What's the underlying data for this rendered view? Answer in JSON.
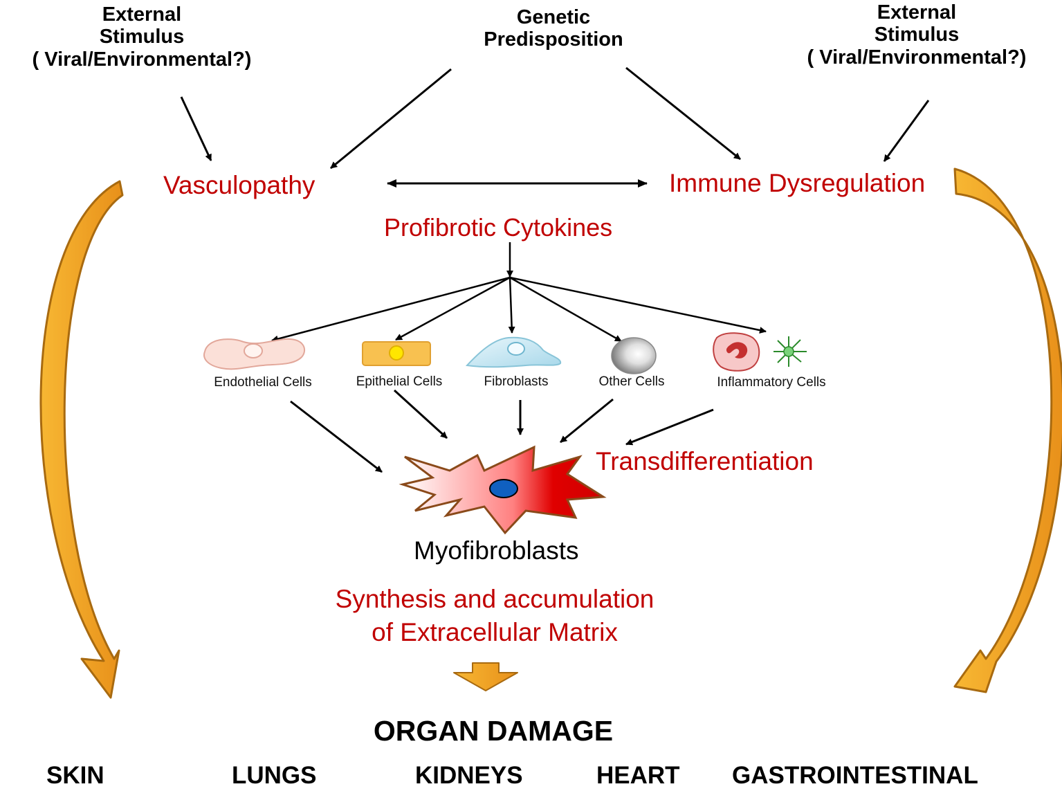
{
  "inputs": {
    "stimulus_left": [
      "External",
      "Stimulus",
      "( Viral/Environmental?)"
    ],
    "genetic": [
      "Genetic",
      "Predisposition"
    ],
    "stimulus_right": [
      "External",
      "Stimulus",
      "( Viral/Environmental?)"
    ]
  },
  "mechanisms": {
    "vasculopathy": "Vasculopathy",
    "immune": "Immune Dysregulation",
    "cytokines": "Profibrotic Cytokines"
  },
  "cells": [
    {
      "label": "Endothelial Cells",
      "icon": "endothelial-cell-icon"
    },
    {
      "label": "Epithelial Cells",
      "icon": "epithelial-cell-icon"
    },
    {
      "label": "Fibroblasts",
      "icon": "fibroblast-icon"
    },
    {
      "label": "Other Cells",
      "icon": "other-cell-icon"
    },
    {
      "label": "Inflammatory Cells",
      "icon": "inflammatory-cell-icon"
    }
  ],
  "transdifferentiation": "Transdifferentiation",
  "myofibroblasts": "Myofibroblasts",
  "ecm": [
    "Synthesis and accumulation",
    "of Extracellular Matrix"
  ],
  "organ_damage": {
    "title": "ORGAN DAMAGE",
    "organs": [
      "SKIN",
      "LUNGS",
      "KIDNEYS",
      "HEART",
      "GASTROINTESTINAL"
    ]
  },
  "colors": {
    "red_text": "#c00000",
    "orange_arrow": "#f0a020",
    "orange_arrow_edge": "#a86a10",
    "myofibroblast_red": "#e00000",
    "nucleus_blue": "#1060c0"
  }
}
